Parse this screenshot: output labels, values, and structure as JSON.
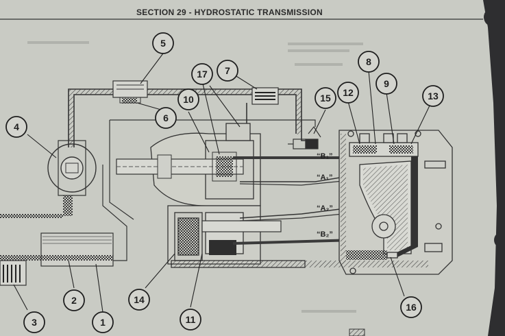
{
  "document": {
    "section_header": "SECTION 29 - HYDROSTATIC TRANSMISSION"
  },
  "callouts": [
    {
      "id": "c1",
      "label": "1"
    },
    {
      "id": "c2",
      "label": "2"
    },
    {
      "id": "c3",
      "label": "3"
    },
    {
      "id": "c4",
      "label": "4"
    },
    {
      "id": "c5",
      "label": "5"
    },
    {
      "id": "c6",
      "label": "6"
    },
    {
      "id": "c7",
      "label": "7"
    },
    {
      "id": "c8",
      "label": "8"
    },
    {
      "id": "c9",
      "label": "9"
    },
    {
      "id": "c10",
      "label": "10"
    },
    {
      "id": "c11",
      "label": "11"
    },
    {
      "id": "c12",
      "label": "12"
    },
    {
      "id": "c13",
      "label": "13"
    },
    {
      "id": "c14",
      "label": "14"
    },
    {
      "id": "c15",
      "label": "15"
    },
    {
      "id": "c16",
      "label": "16"
    },
    {
      "id": "c17",
      "label": "17"
    }
  ],
  "port_labels": {
    "b1": "“B₁”",
    "a1": "“A₁”",
    "a2": "“A₂”",
    "b2": "“B₂”"
  },
  "colors": {
    "paper": "#c9cbc4",
    "ink": "#2b2b2b",
    "pressure_line": "#3a3a3a",
    "background": "#2e2e30"
  }
}
